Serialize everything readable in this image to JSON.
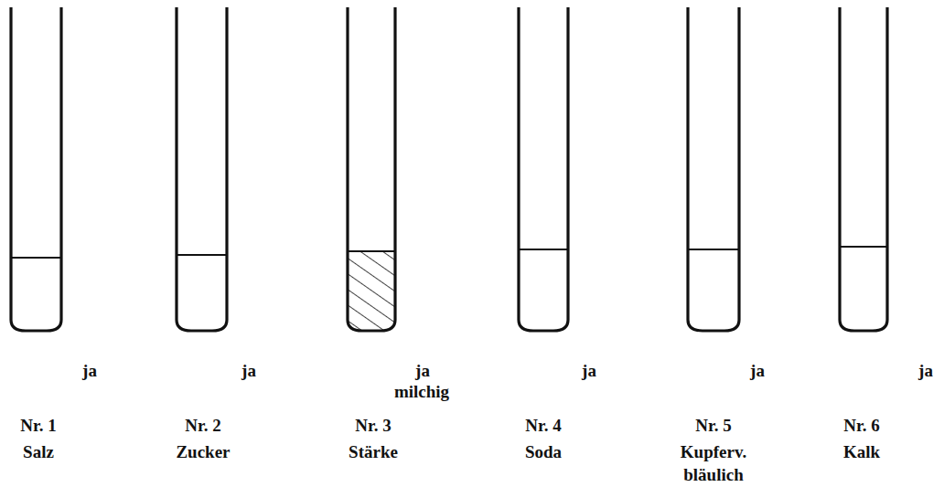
{
  "diagram": {
    "labels": [
      "ja",
      "ja",
      "ja",
      "ja",
      "ja",
      "ja",
      "milchig",
      "Nr. 1",
      "Nr. 2",
      "Nr. 3",
      "Nr. 4",
      "Nr. 5",
      "Nr. 6",
      "Salz",
      "Zucker",
      "Stärke",
      "Soda",
      "Kupferv.",
      "Kalk",
      "bläulich"
    ]
  }
}
